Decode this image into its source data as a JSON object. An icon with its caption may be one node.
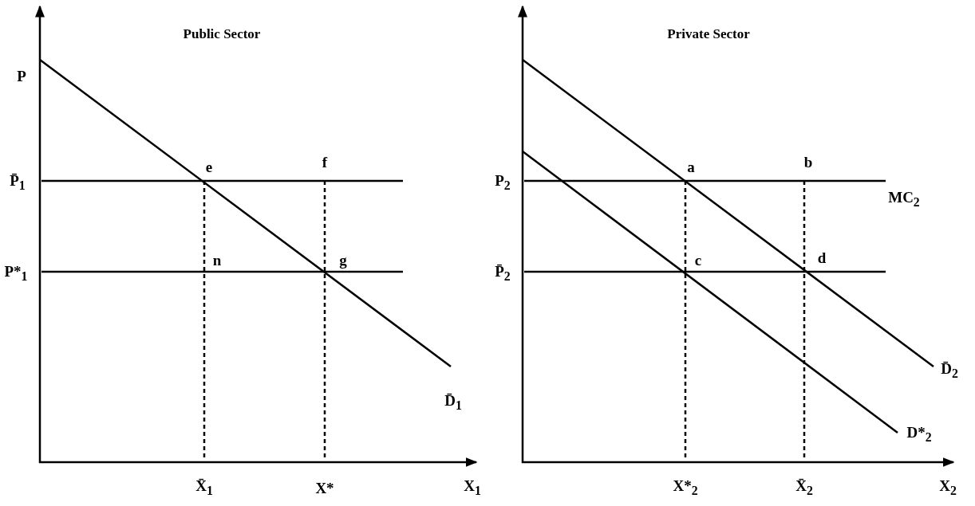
{
  "diagram": {
    "labels": [
      "Public Sector",
      "Private Sector",
      "P",
      "e",
      "f",
      "P̄$_{1}$",
      "a",
      "b",
      "P$_{2}$",
      "MC$_{2}$",
      "n",
      "g",
      "P*$_{1}$",
      "c",
      "d",
      "P̄$_{2}$",
      "D̄$_{1}$",
      "D̄$_{2}$",
      "D*$_{2}$",
      "X̄$_{1}$",
      "X*",
      "X$_{1}$",
      "X*$_{2}$",
      "X̄$_{2}$",
      "X$_{2}$"
    ]
  }
}
